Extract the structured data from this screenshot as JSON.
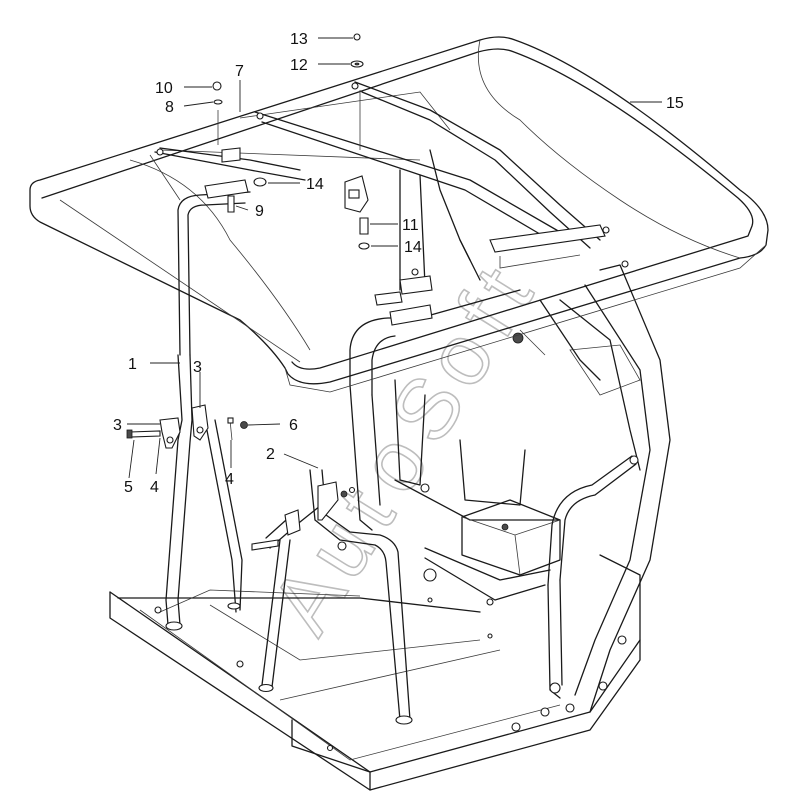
{
  "callouts": {
    "c1": "1",
    "c2": "2",
    "c3a": "3",
    "c3b": "3",
    "c4a": "4",
    "c4b": "4",
    "c5": "5",
    "c6": "6",
    "c7": "7",
    "c8": "8",
    "c9": "9",
    "c10": "10",
    "c11": "11",
    "c12": "12",
    "c13": "13",
    "c14a": "14",
    "c14b": "14",
    "c15": "15"
  },
  "watermark": {
    "letters": [
      "A",
      "u",
      "t",
      "o",
      "S",
      "o",
      "f",
      "t"
    ]
  }
}
